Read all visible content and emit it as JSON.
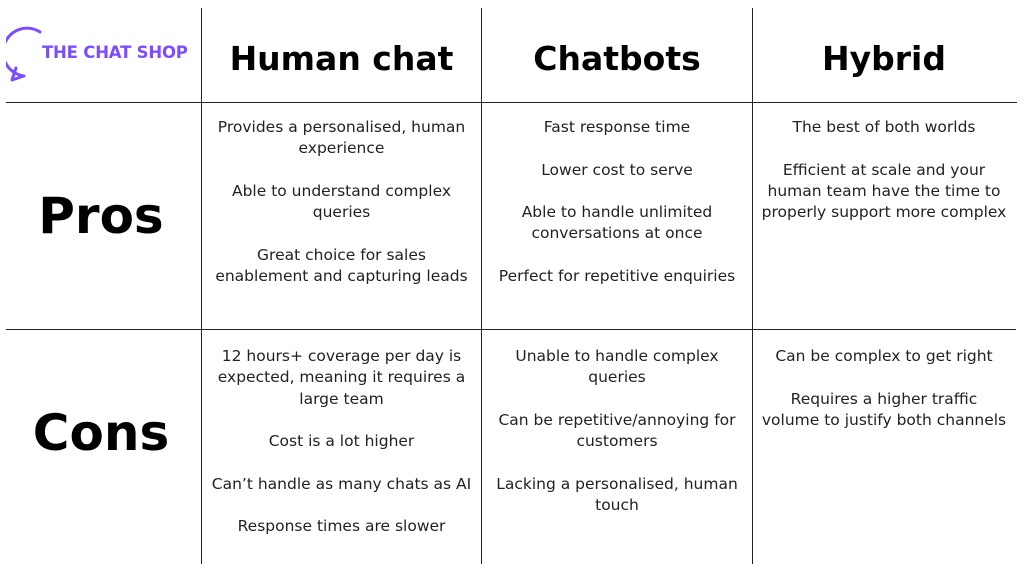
{
  "brand": {
    "name": "THE CHAT SHOP",
    "accent_color": "#7c4dff",
    "icon": "chat-bubble-icon"
  },
  "columns": [
    "Human chat",
    "Chatbots",
    "Hybrid"
  ],
  "rows": [
    {
      "label": "Pros",
      "cells": [
        [
          "Provides a personalised, human experience",
          "Able to understand complex queries",
          "Great choice for sales enablement and capturing leads"
        ],
        [
          "Fast response time",
          "Lower cost to serve",
          "Able to handle unlimited conversations at once",
          "Perfect for repetitive enquiries"
        ],
        [
          "The best of both worlds",
          "Efficient at scale and your human team have the time to properly support more complex"
        ]
      ]
    },
    {
      "label": "Cons",
      "cells": [
        [
          "12 hours+ coverage per day is expected, meaning it requires a large team",
          "Cost is a lot higher",
          "Can’t handle as many chats as AI",
          "Response times are slower"
        ],
        [
          "Unable to handle complex queries",
          "Can be repetitive/annoying for customers",
          "Lacking a personalised, human touch"
        ],
        [
          "Can be complex to get right",
          "Requires a higher traffic volume to justify both channels"
        ]
      ]
    }
  ]
}
